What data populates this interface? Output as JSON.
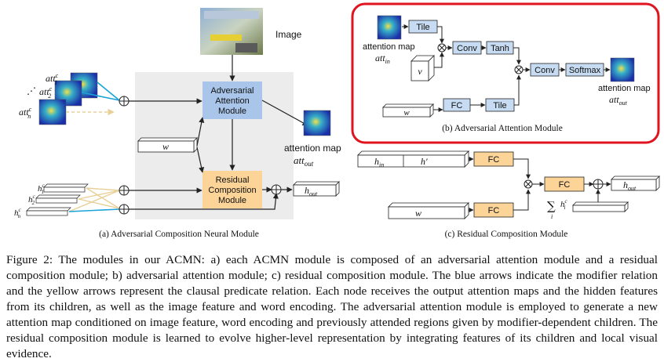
{
  "panel_a": {
    "image_label": "Image",
    "adv_module": [
      "Adversarial",
      "Attention",
      "Module"
    ],
    "res_module": [
      "Residual",
      "Composition",
      "Module"
    ],
    "w": "w",
    "att_out_label": "attention map",
    "att_out": "att",
    "att_out_sub": "out",
    "h_out": "h",
    "h_out_sub": "out",
    "att_inputs": [
      "att",
      "att",
      "att"
    ],
    "att_subs": [
      "1",
      "2",
      "n"
    ],
    "h_inputs": [
      "h",
      "h",
      "h"
    ],
    "h_subs": [
      "1",
      "2",
      "n"
    ],
    "sup_c": "c",
    "caption": "(a) Adversarial Composition Neural Module"
  },
  "panel_b": {
    "tile1": "Tile",
    "conv1": "Conv",
    "tanh": "Tanh",
    "conv2": "Conv",
    "softmax": "Softmax",
    "fc": "FC",
    "tile2": "Tile",
    "att_in_label": "attention map",
    "att_in": "att",
    "att_in_sub": "in",
    "v": "v",
    "w": "w",
    "att_out_label": "attention map",
    "att_out": "att",
    "att_out_sub": "out",
    "caption": "(b) Adversarial Attention Module",
    "border_color": "#e0141e"
  },
  "panel_c": {
    "h_in": "h",
    "h_in_sub": "in",
    "h_prime": "h′",
    "fc1": "FC",
    "fc2": "FC",
    "fc3": "FC",
    "w": "w",
    "h_out": "h",
    "h_out_sub": "out",
    "sum_sym": "∑",
    "sum_i": "i",
    "h_i": "h",
    "h_i_sup": "c",
    "h_i_sub": "i",
    "caption": "(c) Residual Composition Module"
  },
  "colors": {
    "blue_arrow": "#1aa3d8",
    "yellow_arrow": "#e8cf96",
    "adv_fill": "#a9c6ea",
    "res_fill": "#fcd498",
    "fc_fill": "#fcd498",
    "b_box_fill": "#c7dcf2",
    "grey_panel": "#ececec"
  },
  "caption": {
    "label": "Figure 2:",
    "text": "The modules in our ACMN: a) each ACMN module is composed of an adversarial attention module and a residual composition module; b) adversarial attention module; c) residual composition module. The blue arrows indicate the modifier relation and the yellow arrows represent the clausal predicate relation. Each node receives the output attention maps and the hidden features from its children, as well as the image feature and word encoding. The adversarial attention module is employed to generate a new attention map conditioned on image feature, word encoding and previously attended regions given by modifier-dependent children. The residual composition module is learned to evolve higher-level representation by integrating features of its children and local visual evidence."
  }
}
